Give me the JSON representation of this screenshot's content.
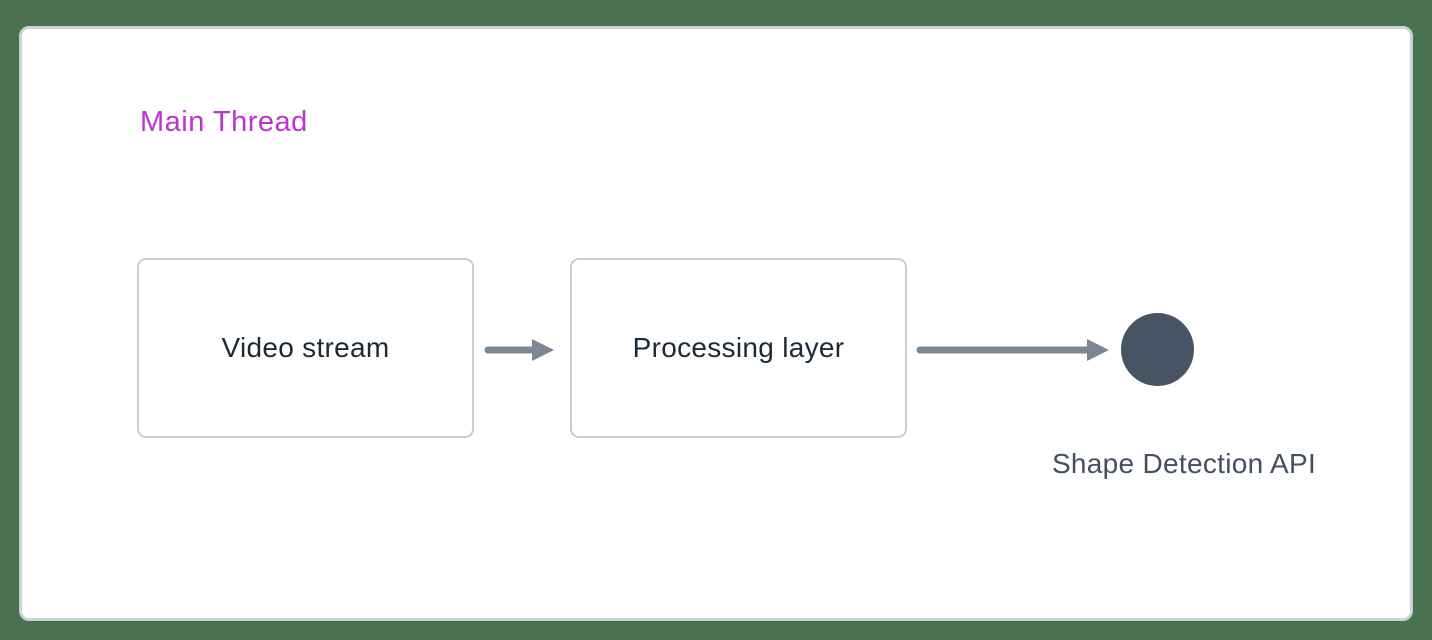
{
  "diagram": {
    "thread_label": "Main Thread",
    "nodes": [
      {
        "id": "video-stream",
        "label": "Video stream"
      },
      {
        "id": "processing-layer",
        "label": "Processing layer"
      }
    ],
    "connections": [
      {
        "from": "video-stream",
        "to": "processing-layer",
        "type": "arrow-right"
      },
      {
        "from": "processing-layer",
        "to": "shape-detection-api",
        "type": "arrow-right"
      }
    ],
    "endpoint": {
      "id": "shape-detection-api",
      "label": "Shape Detection API",
      "shape": "circle"
    },
    "colors": {
      "background": "#4A7250",
      "panel_background": "#FFFFFF",
      "panel_border": "#C8D2D9",
      "thread_label": "#BD33D1",
      "node_border": "#C3CED6",
      "node_text": "#1D2935",
      "arrow": "#7B8894",
      "endpoint_circle": "#475463",
      "endpoint_text": "#445060"
    }
  }
}
